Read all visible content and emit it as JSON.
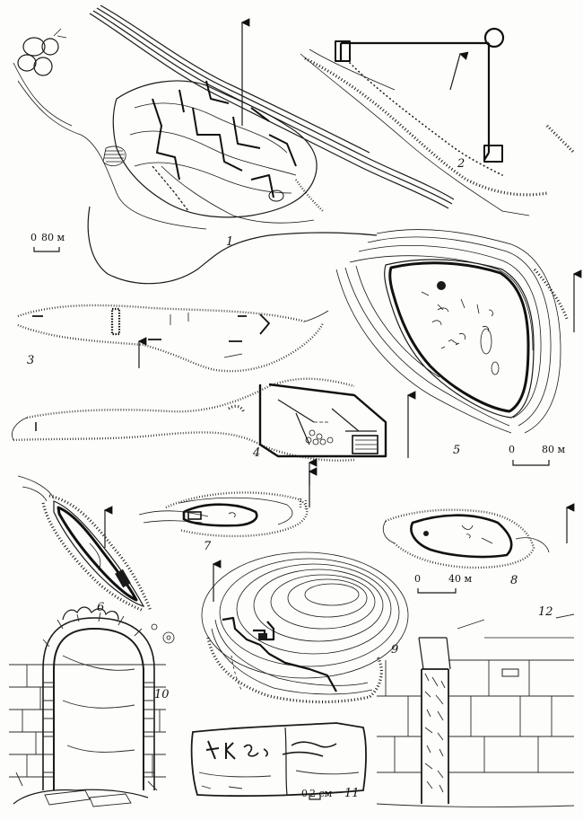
{
  "figures": [
    {
      "id": "fig-1",
      "number": "1"
    },
    {
      "id": "fig-2",
      "number": "2"
    },
    {
      "id": "fig-3",
      "number": "3"
    },
    {
      "id": "fig-4",
      "number": "4"
    },
    {
      "id": "fig-5",
      "number": "5"
    },
    {
      "id": "fig-6",
      "number": "6"
    },
    {
      "id": "fig-7",
      "number": "7"
    },
    {
      "id": "fig-8",
      "number": "8"
    },
    {
      "id": "fig-9",
      "number": "9"
    },
    {
      "id": "fig-10",
      "number": "10"
    },
    {
      "id": "fig-11",
      "number": "11"
    },
    {
      "id": "fig-12",
      "number": "12"
    }
  ],
  "scales": {
    "scale_a": {
      "zero": "0",
      "value": "80 м"
    },
    "scale_b": {
      "zero": "0",
      "value": "80 м"
    },
    "scale_c": {
      "zero": "0",
      "value": "40 м"
    },
    "scale_d": {
      "zero": "0",
      "value": "2 см"
    }
  },
  "colors": {
    "ink": "#1a1a1a",
    "paper": "#fdfdfb"
  }
}
